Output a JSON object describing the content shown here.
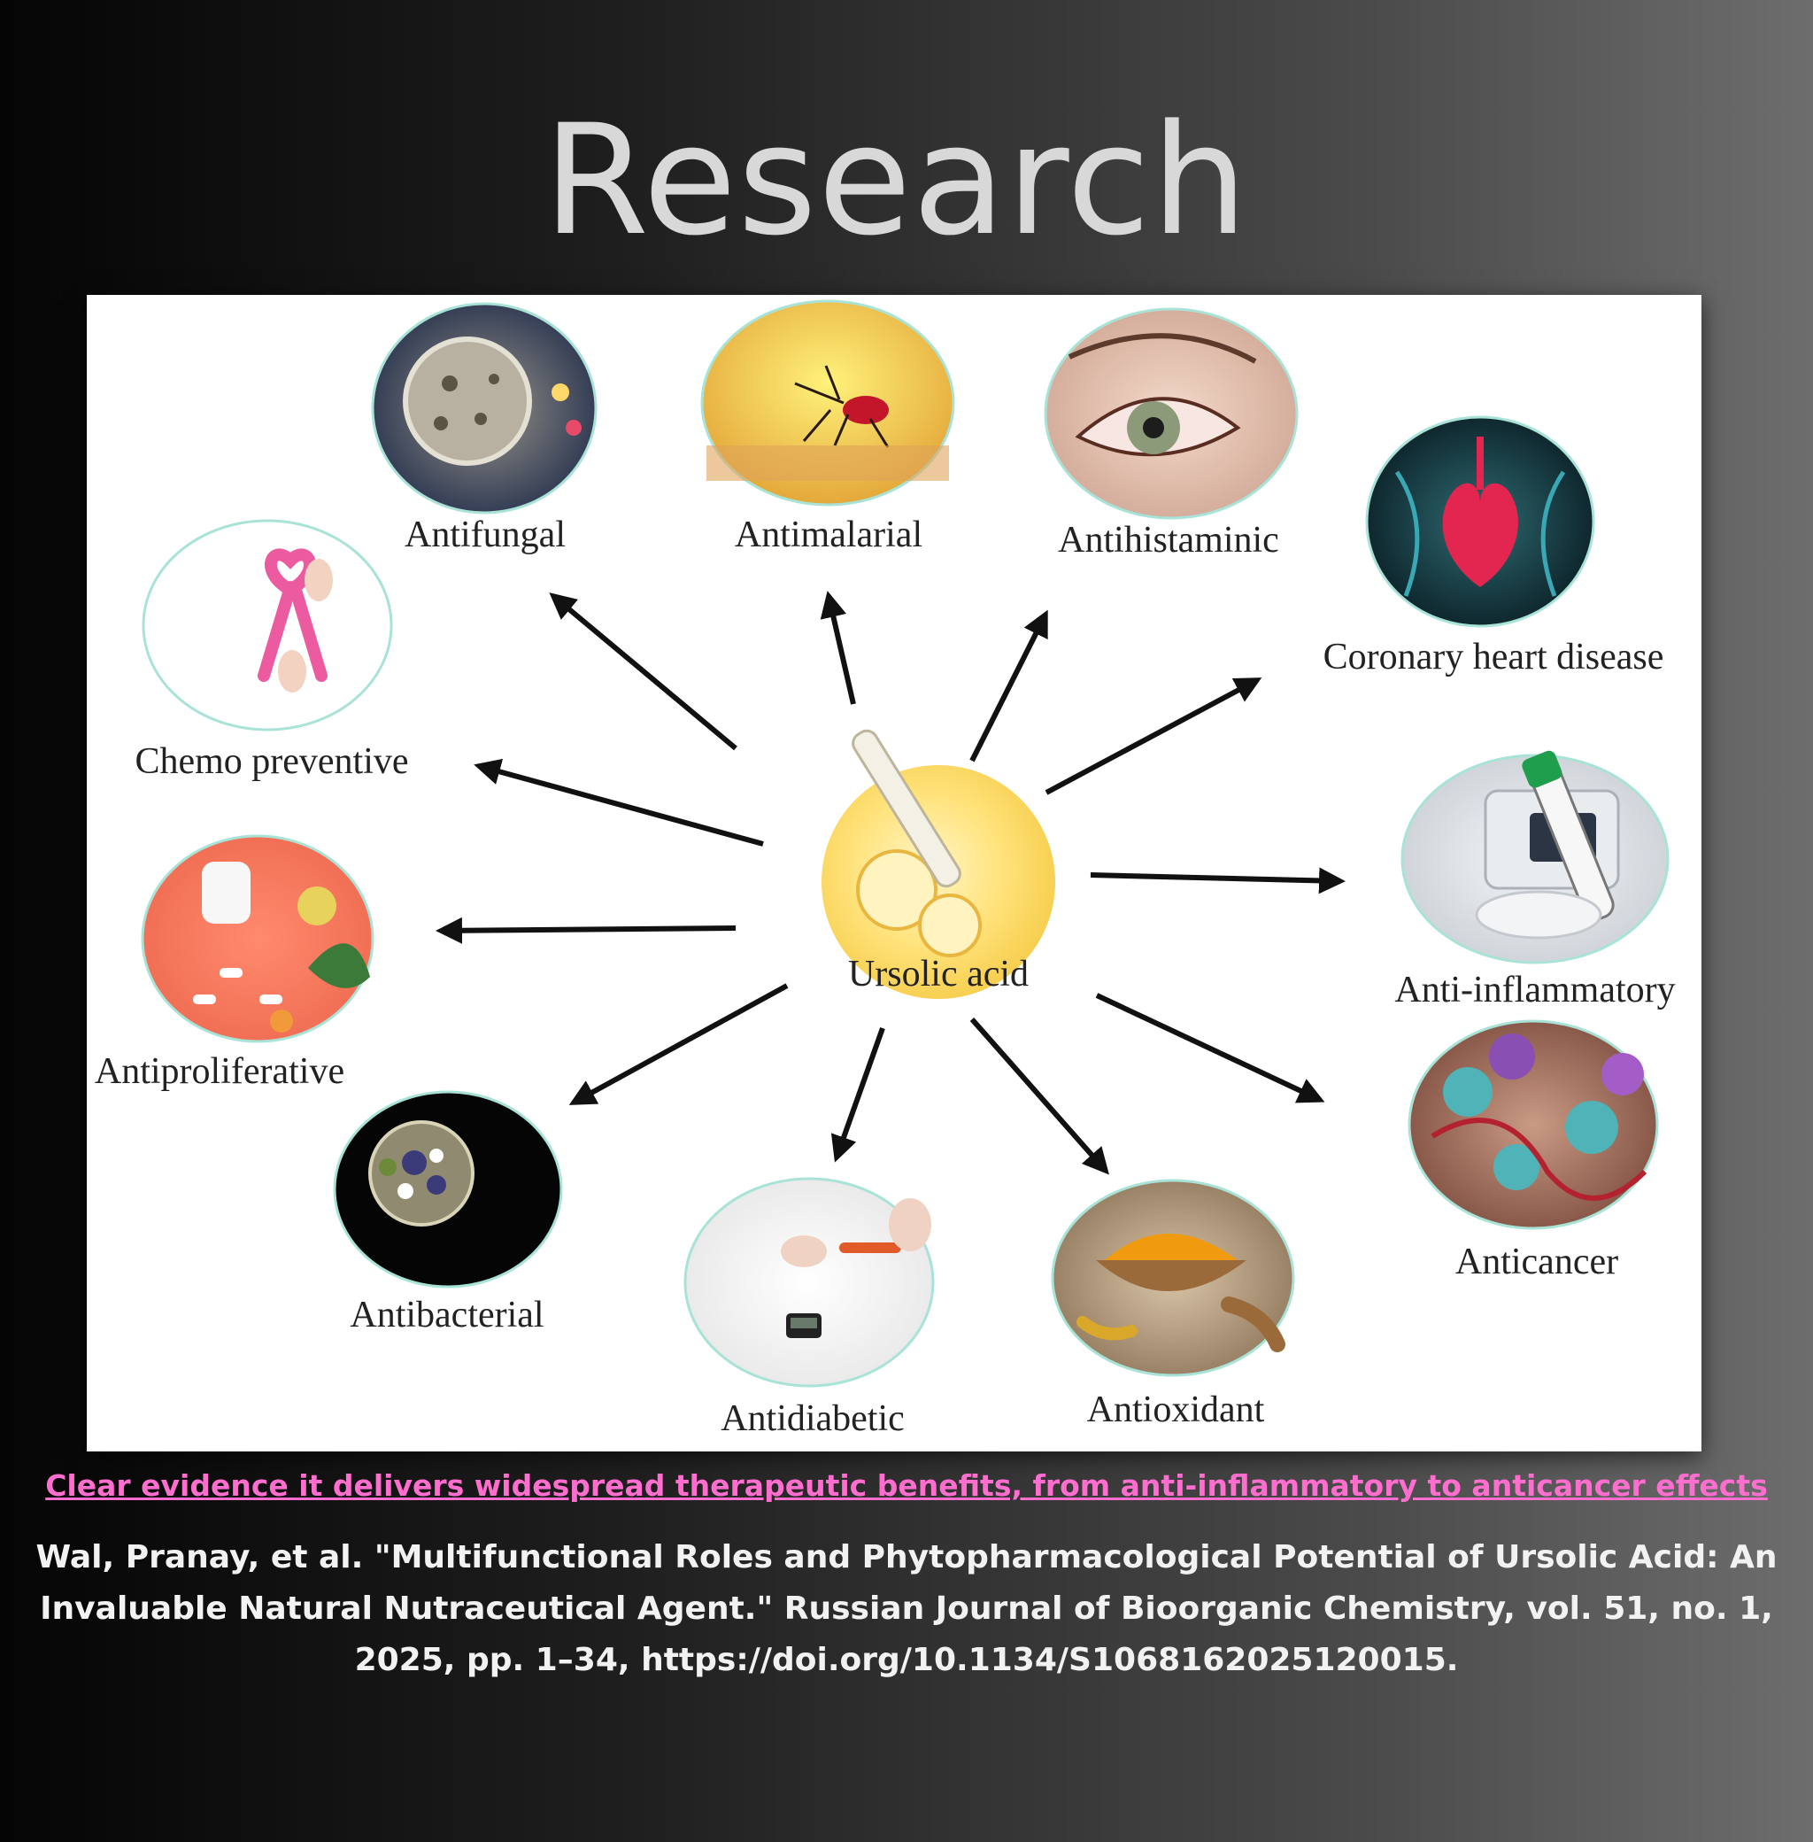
{
  "title": "Research",
  "figure": {
    "center_label": "Ursolic acid",
    "benefits": [
      {
        "id": "antifungal",
        "label": "Antifungal",
        "icon": "petri-dish-fungus-icon"
      },
      {
        "id": "antimalarial",
        "label": "Antimalarial",
        "icon": "mosquito-icon"
      },
      {
        "id": "antihistaminic",
        "label": "Antihistaminic",
        "icon": "irritated-eye-icon"
      },
      {
        "id": "coronary",
        "label": "Coronary heart disease",
        "icon": "heart-anatomy-icon"
      },
      {
        "id": "chemo",
        "label": "Chemo preventive",
        "icon": "pink-ribbon-icon"
      },
      {
        "id": "antiinflammatory",
        "label": "Anti-inflammatory",
        "icon": "blood-test-tube-icon"
      },
      {
        "id": "antiproliferative",
        "label": "Antiproliferative",
        "icon": "pills-and-fruit-icon"
      },
      {
        "id": "anticancer",
        "label": "Anticancer",
        "icon": "cancer-cells-icon"
      },
      {
        "id": "antibacterial",
        "label": "Antibacterial",
        "icon": "bacteria-culture-icon"
      },
      {
        "id": "antidiabetic",
        "label": "Antidiabetic",
        "icon": "glucose-meter-icon"
      },
      {
        "id": "antioxidant",
        "label": "Antioxidant",
        "icon": "turmeric-powder-icon"
      }
    ]
  },
  "caption": "Clear evidence it delivers widespread therapeutic benefits, from anti-inflammatory to anticancer effects",
  "citation": "Wal, Pranay, et al. \"Multifunctional Roles and Phytopharmacological Potential of Ursolic Acid: An Invaluable Natural Nutraceutical Agent.\" Russian Journal of Bioorganic Chemistry, vol. 51, no. 1, 2025, pp. 1–34, https://doi.org/10.1134/S1068162025120015.",
  "colors": {
    "caption": "#ff6ecf",
    "title": "#d8d8d8",
    "panel": "#ffffff"
  }
}
